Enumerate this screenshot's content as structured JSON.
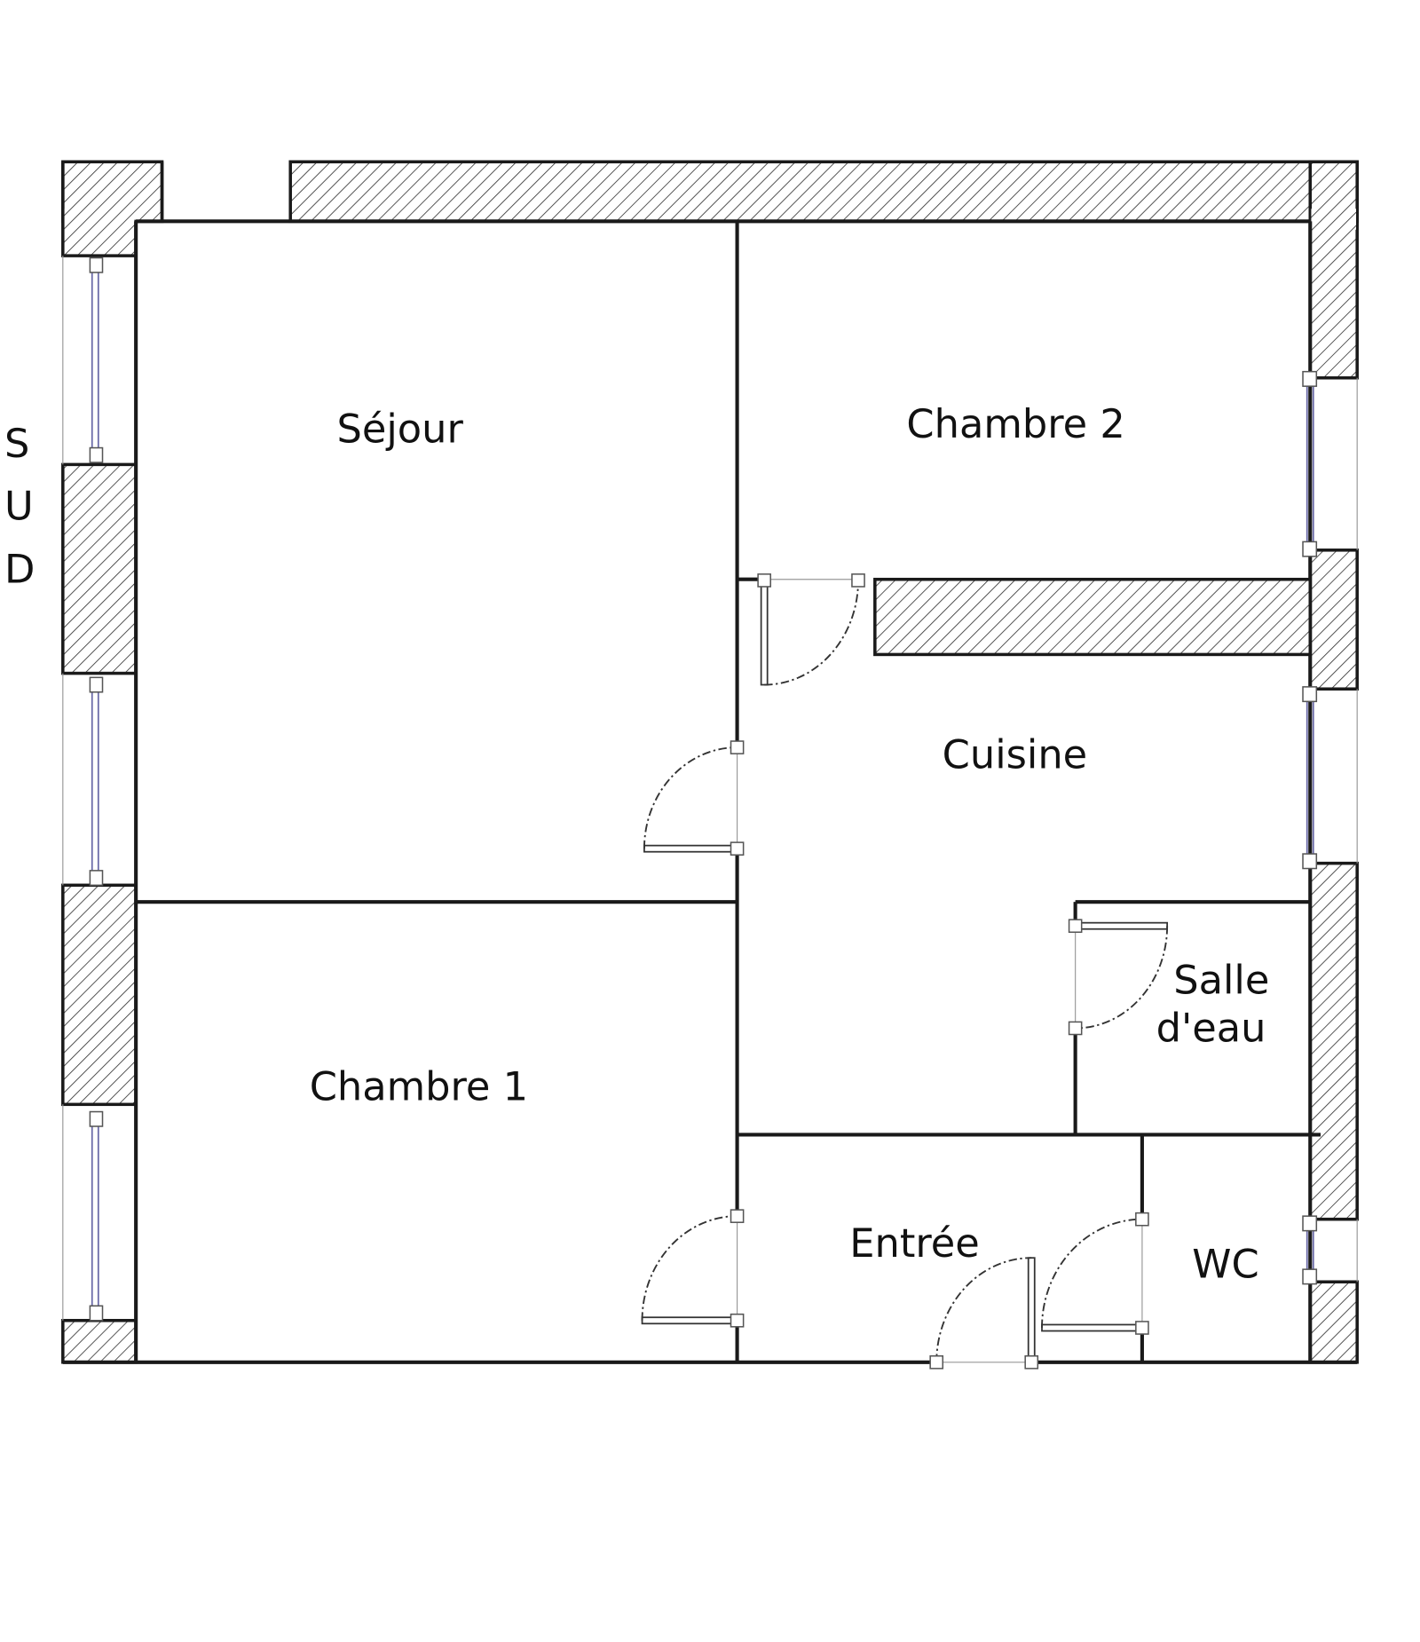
{
  "plan": {
    "orientation_label": [
      "S",
      "U",
      "D"
    ],
    "rooms": {
      "sejour": "Séjour",
      "chambre2": "Chambre 2",
      "cuisine": "Cuisine",
      "salle_eau_line1": "Salle",
      "salle_eau_line2": "d'eau",
      "chambre1": "Chambre 1",
      "entree": "Entrée",
      "wc": "WC"
    },
    "colors": {
      "wall": "#1a1a1a",
      "window": "#6a6aa8"
    }
  }
}
